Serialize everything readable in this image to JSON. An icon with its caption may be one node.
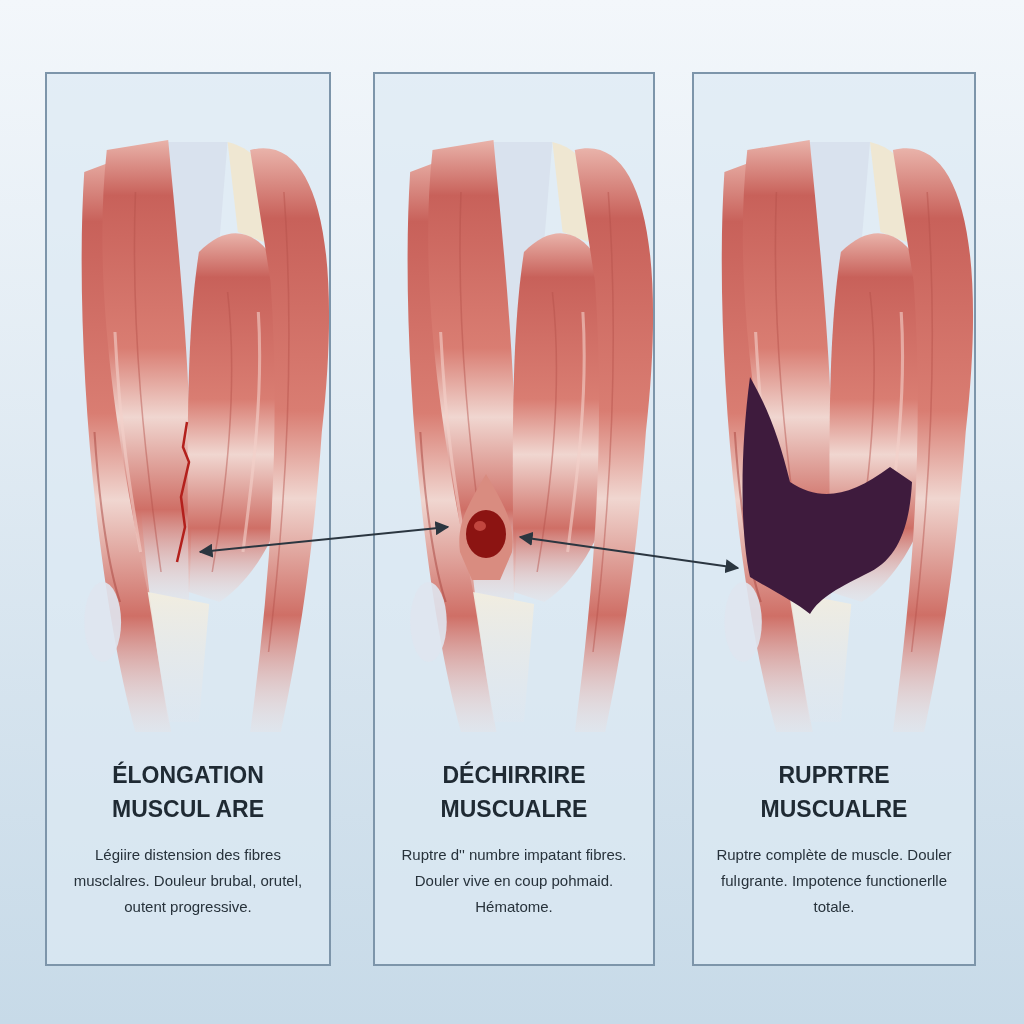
{
  "diagram": {
    "nodes": [
      {
        "text": [
          "ÉLONGATION MUSCUL ARE",
          "Légiire distension des fibres musclalres. Douleur brubal, orutel, outent progressive."
        ]
      },
      {
        "text": [
          "DÉCHIRRIRE MUSCUALRE",
          "Ruptre d'' numbre impatant fibres. Douler vive en coup pohmaid. Hématome."
        ]
      },
      {
        "text": [
          "RUPRTRE MUSCUALRE",
          "Ruptre complète de muscle. Douler fulıgrante. Impotence functionerlle totale."
        ]
      },
      {
        "text": [],
        "shape": "picture",
        "in": 0
      },
      {
        "text": [],
        "shape": "picture",
        "in": 1
      },
      {
        "text": [],
        "shape": "picture",
        "in": 2
      },
      {
        "text": [],
        "shape": "picture",
        "in": 3
      },
      {
        "text": [],
        "shape": "picture",
        "in": 4
      },
      {
        "text": [],
        "shape": "picture",
        "in": 5
      }
    ],
    "edges": [
      {
        "from": 6,
        "to": 7,
        "arrow": "both"
      },
      {
        "from": 7,
        "to": 8,
        "arrow": "both"
      }
    ]
  }
}
